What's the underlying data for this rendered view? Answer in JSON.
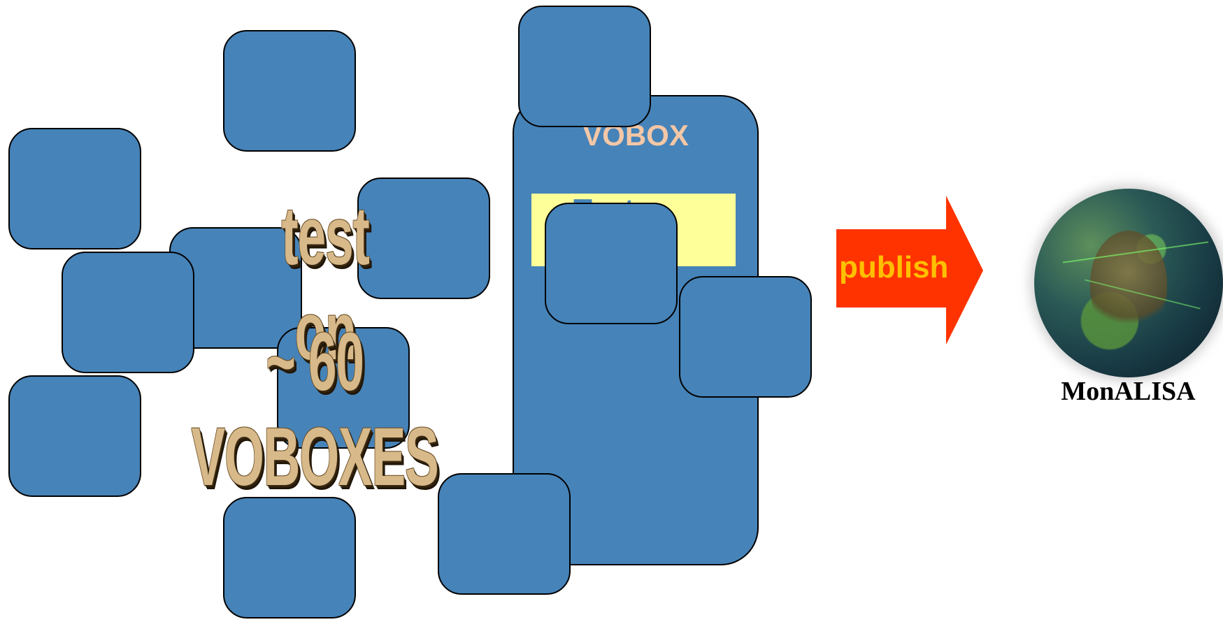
{
  "diagram": {
    "vobox_title": "VOBOX",
    "yellow_box_text": "Test s",
    "arrow_label": "publish",
    "target_label": "MonALISA",
    "overlay_text_line1": "test on",
    "overlay_text_line2": "~ 60 VOBOXES",
    "colors": {
      "box_fill": "#4683b8",
      "vobox_title": "#f4c7a6",
      "yellow_box": "#ffff99",
      "arrow": "#ff3300",
      "arrow_label": "#ffc000",
      "wordart": "#d8b98a"
    }
  }
}
